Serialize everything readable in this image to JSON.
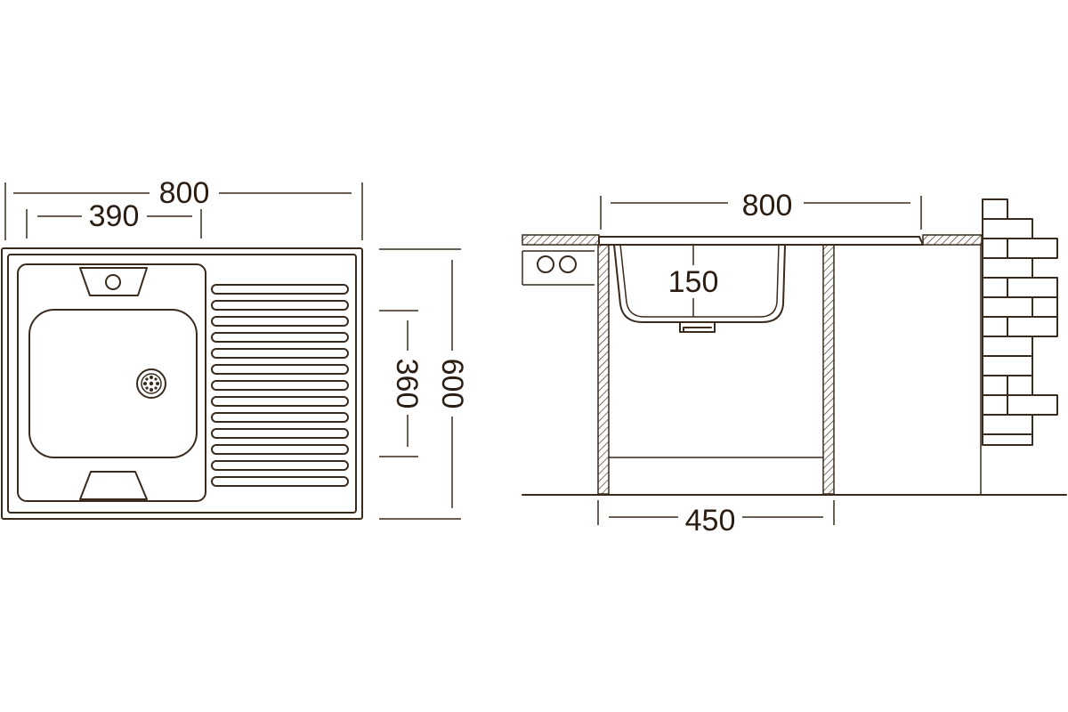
{
  "top_view": {
    "dim_overall_width": "800",
    "dim_bowl_width": "390",
    "dim_bowl_depth": "360",
    "dim_overall_depth": "600"
  },
  "side_view": {
    "dim_overall_width": "800",
    "dim_bowl_height": "150",
    "dim_cabinet_width": "450"
  },
  "colors": {
    "line": "#3a2a1c",
    "background": "#ffffff"
  }
}
